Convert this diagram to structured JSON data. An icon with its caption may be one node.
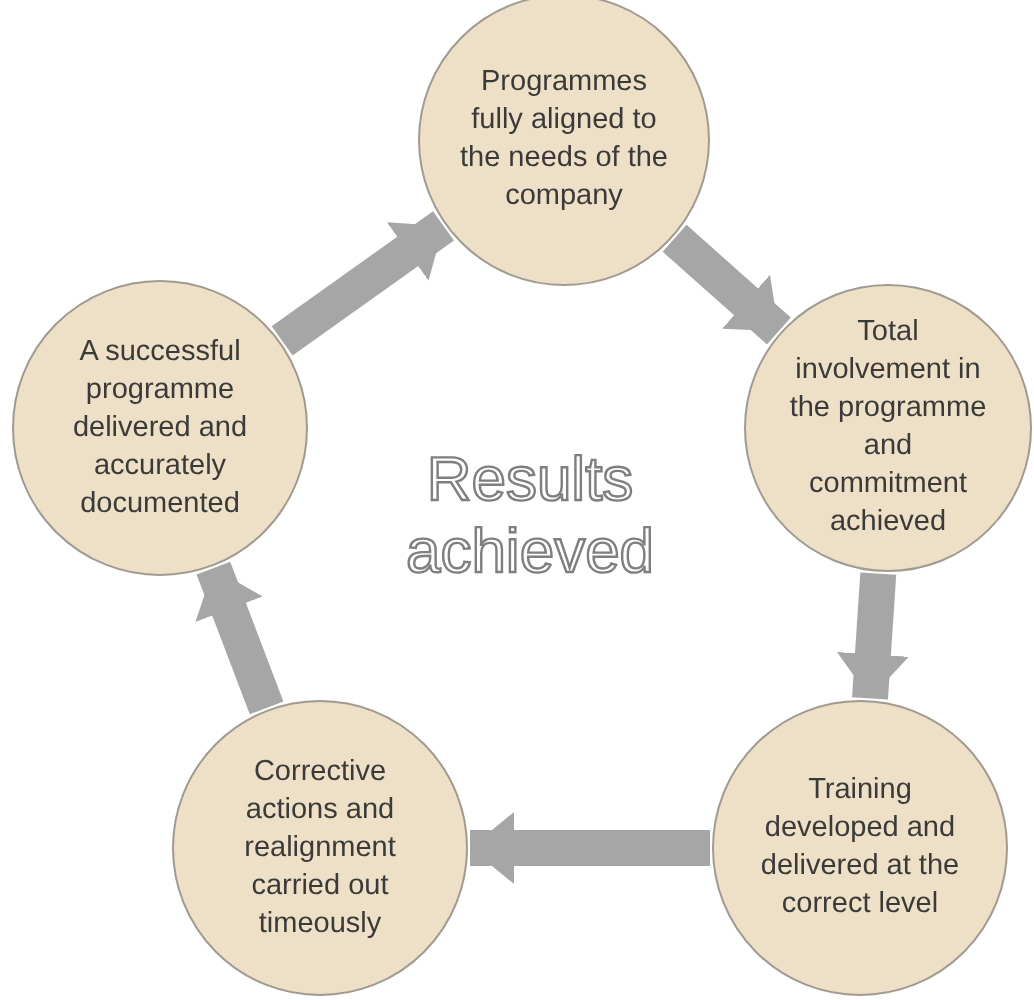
{
  "diagram": {
    "nodes": [
      {
        "text": [
          "Programmes fully aligned to the needs of the company"
        ]
      },
      {
        "text": [
          "Total involvement in the programme and commitment achieved"
        ]
      },
      {
        "text": [
          "Training developed and delivered at the correct level"
        ]
      },
      {
        "text": [
          "Corrective actions and realignment carried out timeously"
        ]
      },
      {
        "text": [
          "A successful programme delivered and accurately documented"
        ]
      }
    ],
    "edges": [
      {
        "from": 0,
        "to": 1,
        "arrow": "to"
      },
      {
        "from": 1,
        "to": 2,
        "arrow": "to"
      },
      {
        "from": 2,
        "to": 3,
        "arrow": "to"
      },
      {
        "from": 3,
        "to": 4,
        "arrow": "to"
      },
      {
        "from": 4,
        "to": 0,
        "arrow": "to"
      }
    ],
    "labels": [
      "Results achieved"
    ]
  }
}
